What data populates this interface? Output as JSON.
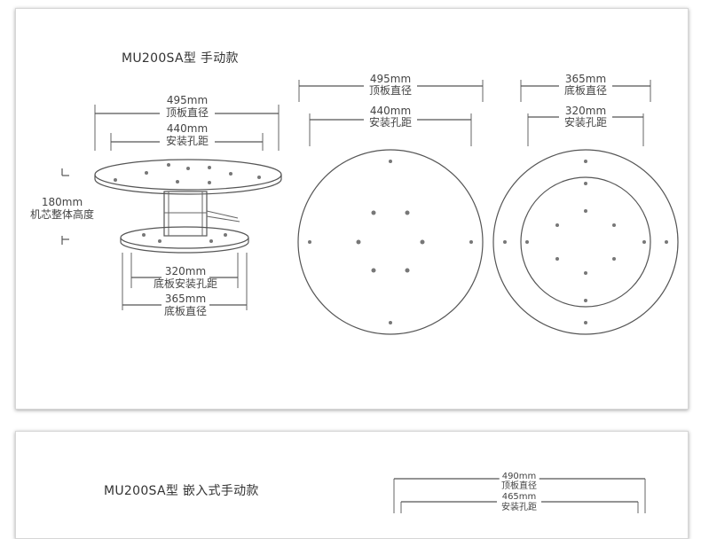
{
  "panel1": {
    "title": "MU200SA型 手动款",
    "side_view": {
      "top_outer_value": "495mm",
      "top_outer_caption": "顶板直径",
      "top_holes_value": "440mm",
      "top_holes_caption": "安装孔距",
      "height_value": "180mm",
      "height_caption": "机芯整体高度",
      "base_holes_value": "320mm",
      "base_holes_caption": "底板安装孔距",
      "base_outer_value": "365mm",
      "base_outer_caption": "底板直径"
    },
    "top_plate_view": {
      "outer_value": "495mm",
      "outer_caption": "顶板直径",
      "holes_value": "440mm",
      "holes_caption": "安装孔距"
    },
    "base_plate_view": {
      "outer_value": "365mm",
      "outer_caption": "底板直径",
      "holes_value": "320mm",
      "holes_caption": "安装孔距"
    }
  },
  "panel2": {
    "title": "MU200SA型 嵌入式手动款",
    "top_view": {
      "outer_value": "490mm",
      "outer_caption": "顶板直径",
      "holes_value": "465mm",
      "holes_caption": "安装孔距"
    }
  },
  "colors": {
    "line": "#555555",
    "card_border": "#d6d6d6"
  }
}
